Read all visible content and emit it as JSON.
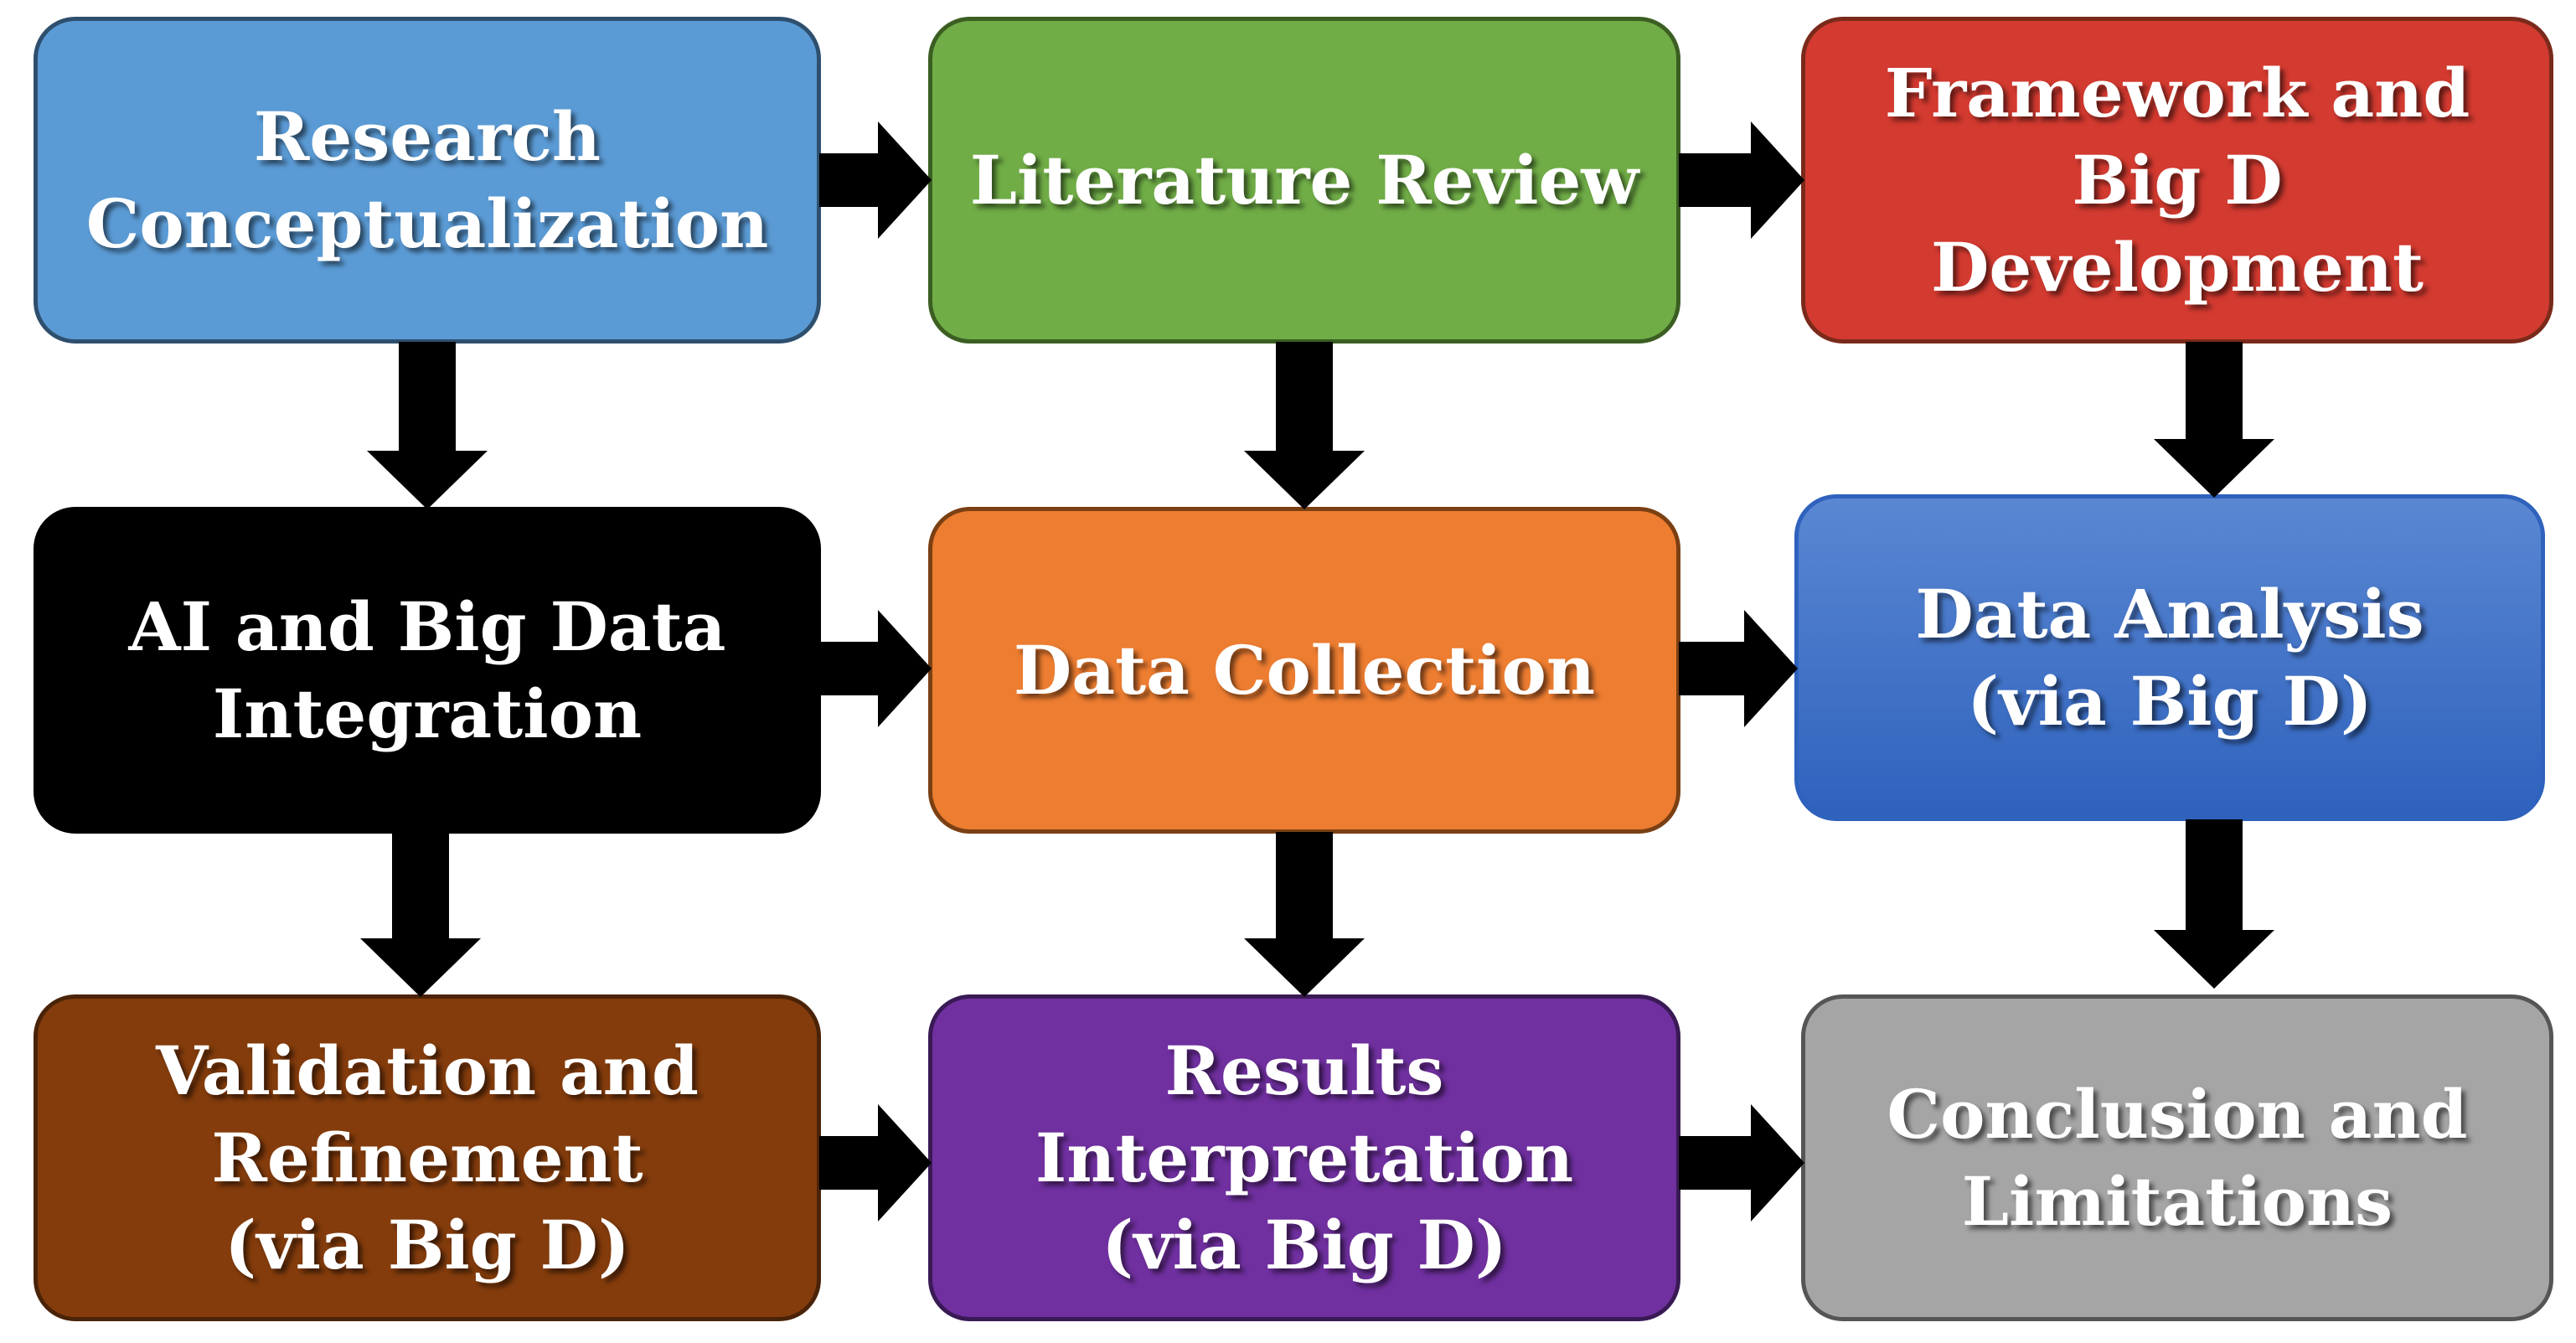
{
  "boxes": {
    "research_conceptualization": "Research\nConceptualization",
    "literature_review": "Literature Review",
    "framework_development": "Framework and\nBig D\nDevelopment",
    "ai_big_data_integration": "AI and Big Data\nIntegration",
    "data_collection": "Data Collection",
    "data_analysis": "Data Analysis\n(via Big D)",
    "validation_refinement": "Validation and\nRefinement\n(via Big D)",
    "results_interpretation": "Results\nInterpretation\n(via Big D)",
    "conclusion_limitations": "Conclusion and\nLimitations"
  },
  "colors": {
    "research_conceptualization": "#5b9bd5",
    "literature_review": "#70ad47",
    "framework_development": "#d33a30",
    "ai_big_data_integration": "#000000",
    "data_collection": "#ed7d31",
    "data_analysis": "#3a6fc6",
    "validation_refinement": "#843c0c",
    "results_interpretation": "#7030a0",
    "conclusion_limitations": "#a5a5a5",
    "arrow": "#000000"
  }
}
